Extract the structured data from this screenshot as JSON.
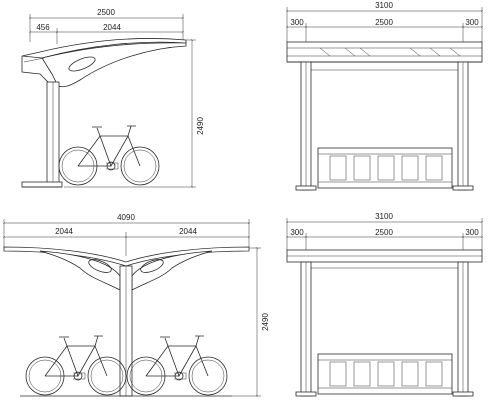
{
  "views": {
    "side_single": {
      "overall_width": "2500",
      "overhang": "456",
      "arm": "2044",
      "height": "2490"
    },
    "front_top": {
      "overall_width": "3100",
      "left_margin": "300",
      "bay": "2500",
      "right_margin": "300"
    },
    "side_double": {
      "overall_width": "4090",
      "left_arm": "2044",
      "right_arm": "2044",
      "height": "2490"
    },
    "front_bottom": {
      "overall_width": "3100",
      "left_margin": "300",
      "bay": "2500",
      "right_margin": "300"
    }
  }
}
